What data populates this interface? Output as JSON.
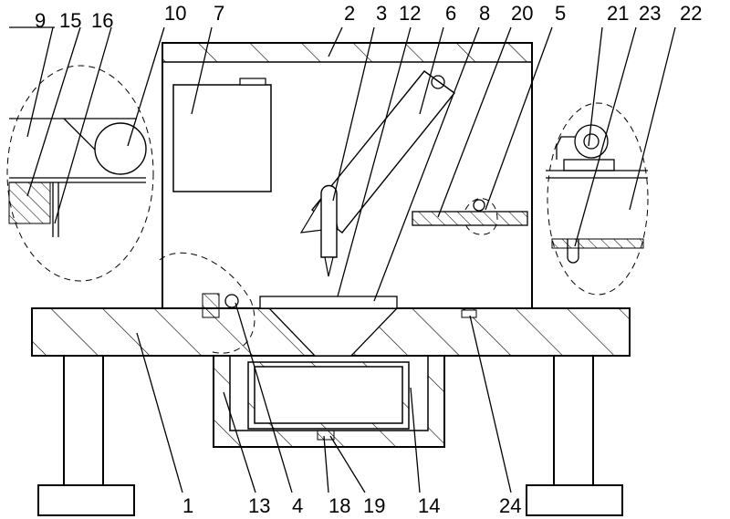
{
  "figure": {
    "labels": {
      "l1": "1",
      "l2": "2",
      "l3": "3",
      "l4": "4",
      "l5": "5",
      "l6": "6",
      "l7": "7",
      "l8": "8",
      "l9": "9",
      "l10": "10",
      "l12": "12",
      "l13": "13",
      "l14": "14",
      "l15": "15",
      "l16": "16",
      "l18": "18",
      "l19": "19",
      "l20": "20",
      "l21": "21",
      "l22": "22",
      "l23": "23",
      "l24": "24"
    }
  }
}
